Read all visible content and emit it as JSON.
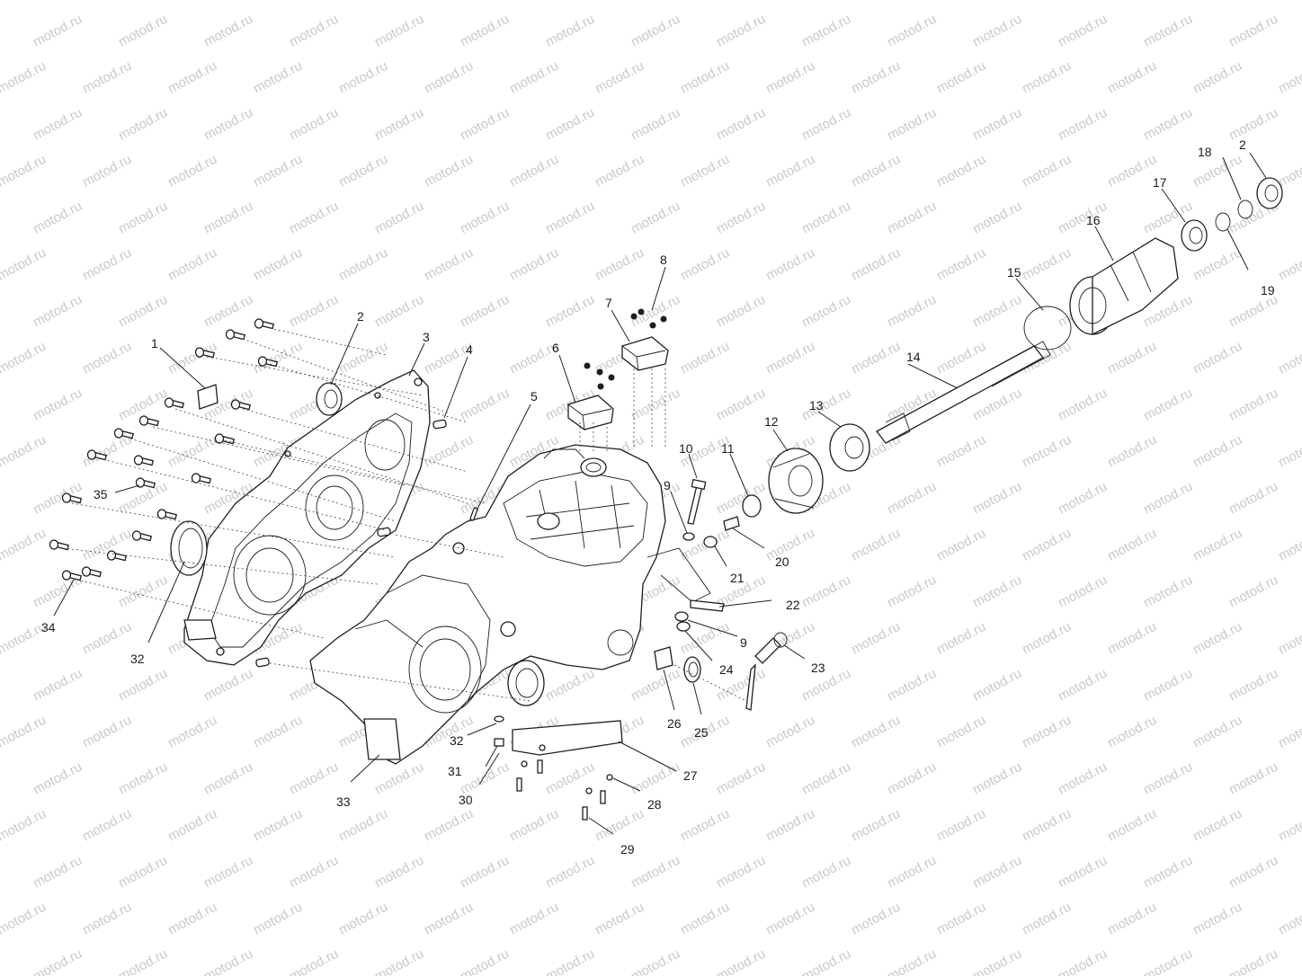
{
  "watermark": {
    "text": "motod.ru",
    "color": "#c9c9c9"
  },
  "callouts": [
    {
      "id": "c1",
      "label": "1"
    },
    {
      "id": "c2a",
      "label": "2"
    },
    {
      "id": "c2b",
      "label": "2"
    },
    {
      "id": "c3",
      "label": "3"
    },
    {
      "id": "c4",
      "label": "4"
    },
    {
      "id": "c5",
      "label": "5"
    },
    {
      "id": "c6",
      "label": "6"
    },
    {
      "id": "c7",
      "label": "7"
    },
    {
      "id": "c8",
      "label": "8"
    },
    {
      "id": "c9a",
      "label": "9"
    },
    {
      "id": "c9b",
      "label": "9"
    },
    {
      "id": "c10",
      "label": "10"
    },
    {
      "id": "c11",
      "label": "11"
    },
    {
      "id": "c12",
      "label": "12"
    },
    {
      "id": "c13",
      "label": "13"
    },
    {
      "id": "c14",
      "label": "14"
    },
    {
      "id": "c15",
      "label": "15"
    },
    {
      "id": "c16",
      "label": "16"
    },
    {
      "id": "c17",
      "label": "17"
    },
    {
      "id": "c18",
      "label": "18"
    },
    {
      "id": "c19",
      "label": "19"
    },
    {
      "id": "c20",
      "label": "20"
    },
    {
      "id": "c21",
      "label": "21"
    },
    {
      "id": "c22",
      "label": "22"
    },
    {
      "id": "c23",
      "label": "23"
    },
    {
      "id": "c24",
      "label": "24"
    },
    {
      "id": "c25",
      "label": "25"
    },
    {
      "id": "c26",
      "label": "26"
    },
    {
      "id": "c27",
      "label": "27"
    },
    {
      "id": "c28",
      "label": "28"
    },
    {
      "id": "c29",
      "label": "29"
    },
    {
      "id": "c30",
      "label": "30"
    },
    {
      "id": "c31",
      "label": "31"
    },
    {
      "id": "c32a",
      "label": "32"
    },
    {
      "id": "c32b",
      "label": "32"
    },
    {
      "id": "c33",
      "label": "33"
    },
    {
      "id": "c34",
      "label": "34"
    },
    {
      "id": "c35",
      "label": "35"
    }
  ]
}
